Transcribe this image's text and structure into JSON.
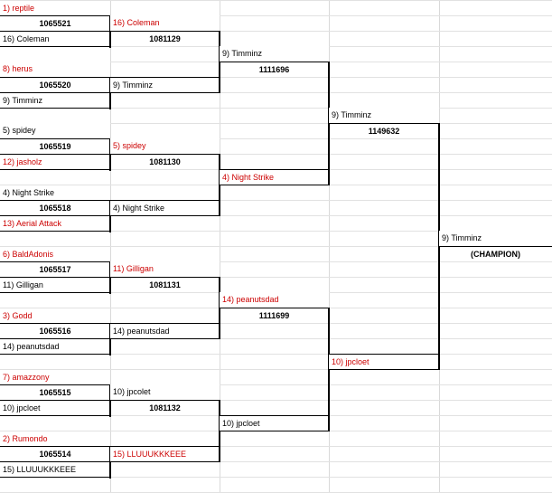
{
  "colors": {
    "loser": "#cc0000",
    "winner": "#000000",
    "grid": "#d9d9d9"
  },
  "round1": [
    {
      "seed_top": "1) reptile",
      "top_red": true,
      "match": "1065521",
      "seed_bottom": "16) Coleman",
      "bottom_red": false
    },
    {
      "seed_top": "8) herus",
      "top_red": true,
      "match": "1065520",
      "seed_bottom": "9) Timminz",
      "bottom_red": false
    },
    {
      "seed_top": "5) spidey",
      "top_red": false,
      "match": "1065519",
      "seed_bottom": "12) jasholz",
      "bottom_red": true
    },
    {
      "seed_top": "4) Night Strike",
      "top_red": false,
      "match": "1065518",
      "seed_bottom": "13) Aerial Attack",
      "bottom_red": true
    },
    {
      "seed_top": "6) BaldAdonis",
      "top_red": true,
      "match": "1065517",
      "seed_bottom": "11) Gilligan",
      "bottom_red": false
    },
    {
      "seed_top": "3) Godd",
      "top_red": true,
      "match": "1065516",
      "seed_bottom": "14) peanutsdad",
      "bottom_red": false
    },
    {
      "seed_top": "7) amazzony",
      "top_red": true,
      "match": "1065515",
      "seed_bottom": "10) jpcloet",
      "bottom_red": false
    },
    {
      "seed_top": "2) Rumondo",
      "top_red": true,
      "match": "1065514",
      "seed_bottom": "15) LLUUUKKKEEE",
      "bottom_red": false
    }
  ],
  "round2": [
    {
      "top": "16) Coleman",
      "top_red": true,
      "match": "1081129",
      "bottom": "9) Timminz",
      "bottom_red": false
    },
    {
      "top": "5) spidey",
      "top_red": true,
      "match": "1081130",
      "bottom": "4) Night Strike",
      "bottom_red": false
    },
    {
      "top": "11) Gilligan",
      "top_red": true,
      "match": "1081131",
      "bottom": "14) peanutsdad",
      "bottom_red": false
    },
    {
      "top": "10) jpcolet",
      "top_red": false,
      "match": "1081132",
      "bottom": "15) LLUUUKKKEEE",
      "bottom_red": true
    }
  ],
  "round3": [
    {
      "top": "9) Timminz",
      "top_red": false,
      "match": "1111696",
      "bottom": "4) Night Strike",
      "bottom_red": true
    },
    {
      "top": "14) peanutsdad",
      "top_red": true,
      "match": "1111699",
      "bottom": "10) jpcloet",
      "bottom_red": false
    }
  ],
  "round4": {
    "top": "9) Timminz",
    "top_red": false,
    "match": "1149632",
    "bottom": "10) jpcloet",
    "bottom_red": true
  },
  "champion": {
    "name": "9) Timminz",
    "label": "(CHAMPION)"
  }
}
